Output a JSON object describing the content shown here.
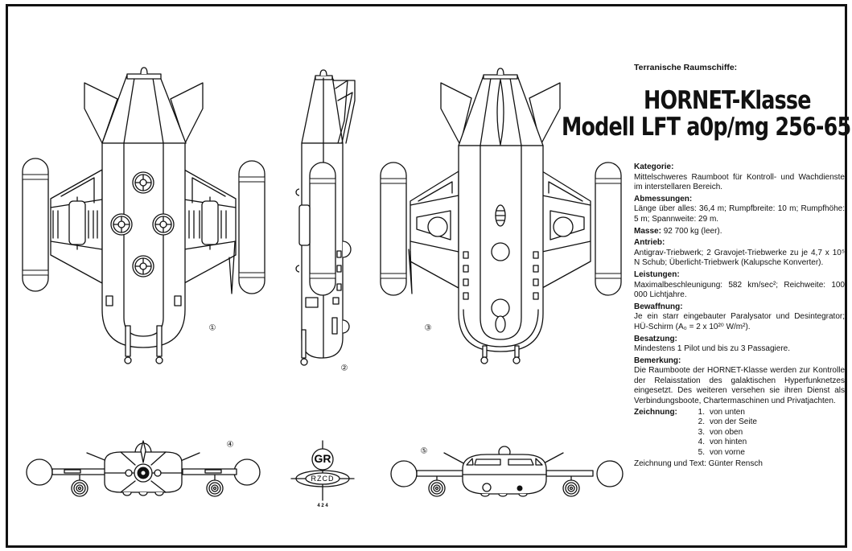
{
  "header": {
    "supertitle": "Terranische Raumschiffe:",
    "title_line1": "HORNET-Klasse",
    "title_line2": "Modell LFT a0p/mg 256-65"
  },
  "specs": [
    {
      "heading": "Kategorie:",
      "body": "Mittelschweres Raumboot für Kontroll- und Wachdienste im interstellaren Bereich."
    },
    {
      "heading": "Abmessungen:",
      "body": "Länge über alles: 36,4 m; Rumpfbreite: 10 m; Rumpfhöhe: 5 m; Spannweite: 29 m."
    },
    {
      "heading": "Masse:",
      "body": "92 700 kg (leer).",
      "inline": true
    },
    {
      "heading": "Antrieb:",
      "body": "Antigrav-Triebwerk; 2 Gravojet-Triebwerke zu je 4,7 x 10⁵ N Schub; Überlicht-Triebwerk (Kalupsche Konverter)."
    },
    {
      "heading": "Leistungen:",
      "body": "Maximalbeschleunigung: 582 km/sec²; Reichweite: 100 000 Lichtjahre."
    },
    {
      "heading": "Bewaffnung:",
      "body": "Je ein starr eingebauter Paralysator und Desintegrator; HÜ-Schirm (A₀ = 2 x 10²⁰ W/m²)."
    },
    {
      "heading": "Besatzung:",
      "body": "Mindestens 1 Pilot und bis zu 3 Passagiere."
    },
    {
      "heading": "Bemerkung:",
      "body": "Die Raumboote der HORNET-Klasse werden zur Kontrolle der Relaisstation des galaktischen Hyperfunknetzes eingesetzt. Des weiteren versehen sie ihren Dienst als Verbindungsboote, Chartermaschinen und Privatjachten."
    }
  ],
  "drawings_list": {
    "label": "Zeichnung:",
    "items": [
      {
        "n": "1.",
        "text": "von unten"
      },
      {
        "n": "2.",
        "text": "von der Seite"
      },
      {
        "n": "3.",
        "text": "von oben"
      },
      {
        "n": "4.",
        "text": "von hinten"
      },
      {
        "n": "5.",
        "text": "von vorne"
      }
    ]
  },
  "credit": "Zeichnung und Text: Günter Rensch",
  "views": {
    "v1": "①",
    "v2": "②",
    "v3": "③",
    "v4": "④",
    "v5": "⑤"
  },
  "logo": {
    "text": "RZCD",
    "initials": "GR",
    "code": "4 2 4"
  }
}
